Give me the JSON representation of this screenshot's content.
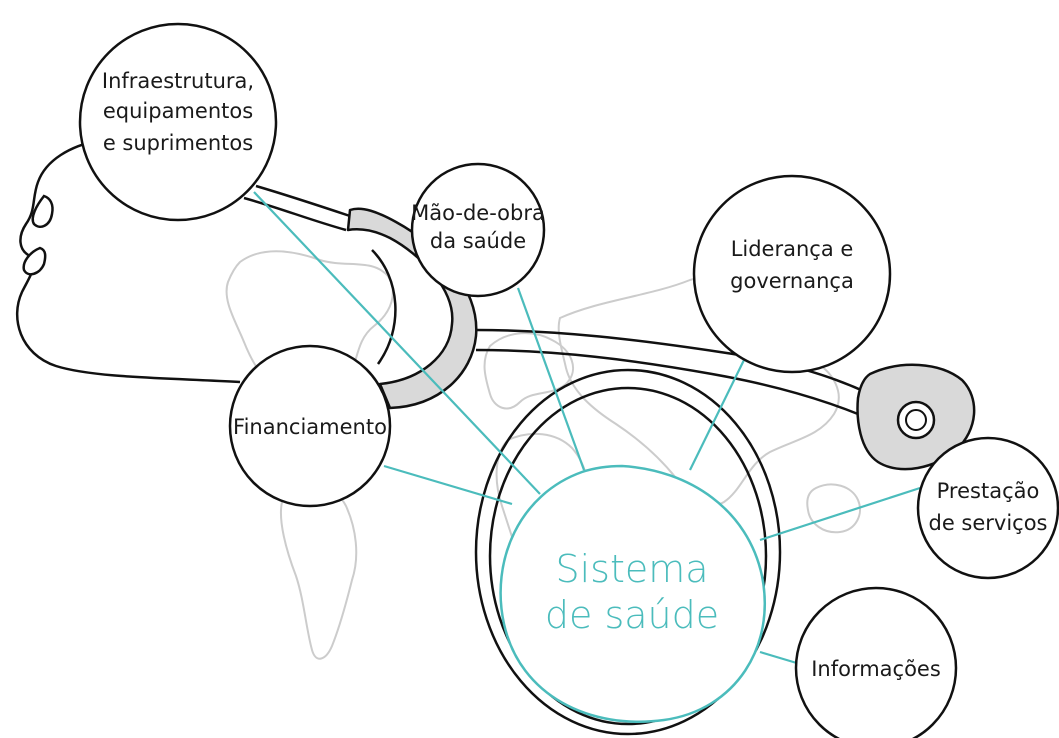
{
  "colors": {
    "teal": "#4bbcbc",
    "outline": "#111111",
    "grey_fill": "#d9d9d9",
    "map_grey": "#cccccc",
    "text": "#1a1a1a"
  },
  "center": {
    "line1": "Sistema",
    "line2": "de saúde"
  },
  "nodes": {
    "infra": {
      "line1": "Infraestrutura,",
      "line2": "equipamentos",
      "line3": "e suprimentos"
    },
    "workforce": {
      "line1": "Mão-de-obra",
      "line2": "da saúde"
    },
    "leadership": {
      "line1": "Liderança e",
      "line2": "governança"
    },
    "financing": {
      "line1": "Financiamento"
    },
    "services": {
      "line1": "Prestação",
      "line2": "de serviços"
    },
    "information": {
      "line1": "Informações"
    }
  }
}
